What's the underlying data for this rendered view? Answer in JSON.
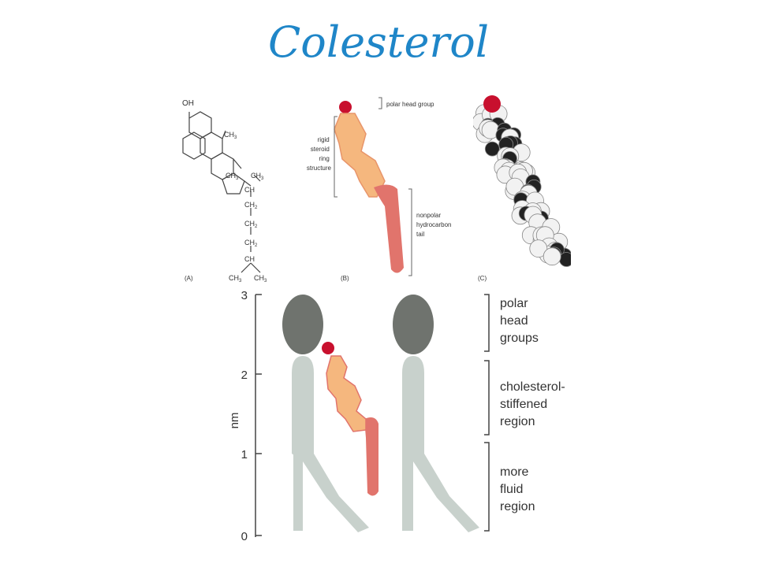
{
  "title": "Colesterol",
  "colors": {
    "title": "#1f86c8",
    "polar_head": "#c8102e",
    "steroid_ring": "#f5b77e",
    "tail": "#e1746c",
    "lipid_head": "#6f736e",
    "lipid_tail": "#c8d1cc"
  },
  "panel_a": {
    "letter": "(A)",
    "labels": {
      "oh": "OH",
      "ch3_a": "CH",
      "ch3_a_sub": "3",
      "ch3_b": "CH",
      "ch3_b_sub": "3",
      "ch3_c": "CH",
      "ch3_c_sub": "3",
      "ch_1": "CH",
      "ch2_1": "CH",
      "ch2_1_sub": "2",
      "ch2_2": "CH",
      "ch2_2_sub": "2",
      "ch2_3": "CH",
      "ch2_3_sub": "2",
      "ch_2": "CH",
      "ch3_d": "CH",
      "ch3_d_sub": "3",
      "ch3_e": "CH",
      "ch3_e_sub": "3"
    }
  },
  "panel_b": {
    "letter": "(B)",
    "polar_head_group": "polar head group",
    "rigid_lines": [
      "rigid",
      "steroid",
      "ring",
      "structure"
    ],
    "tail_lines": [
      "nonpolar",
      "hydrocarbon",
      "tail"
    ]
  },
  "panel_c": {
    "letter": "(C)"
  },
  "bilayer": {
    "axis_label": "nm",
    "ticks": [
      "0",
      "1",
      "2",
      "3"
    ],
    "region_polar": [
      "polar",
      "head",
      "groups"
    ],
    "region_stiffened": [
      "cholesterol-",
      "stiffened",
      "region"
    ],
    "region_fluid": [
      "more",
      "fluid",
      "region"
    ]
  }
}
